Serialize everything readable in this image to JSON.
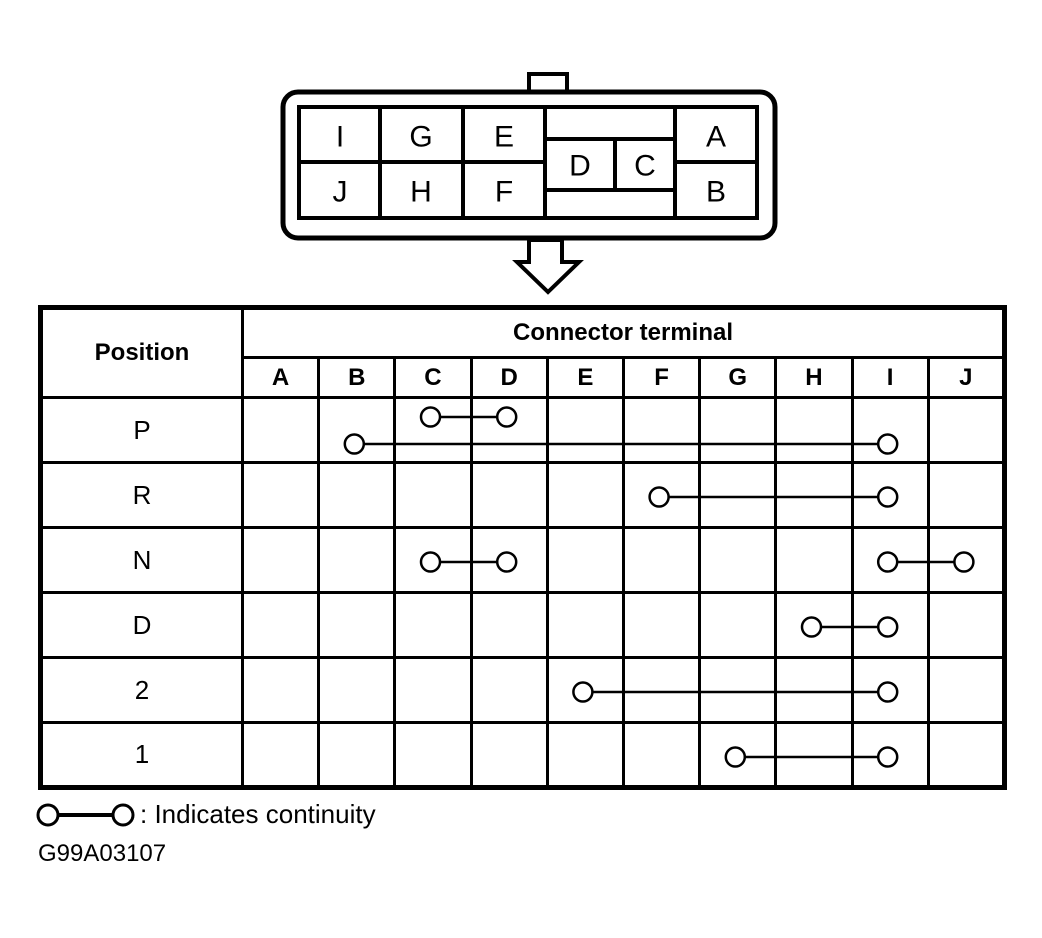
{
  "page": {
    "background": "#ffffff",
    "ink": "#000000"
  },
  "connector": {
    "cells": [
      "I",
      "G",
      "E",
      "A",
      "J",
      "H",
      "F",
      "B",
      "D",
      "C"
    ]
  },
  "table": {
    "position_header": "Position",
    "terminal_header": "Connector terminal",
    "columns": [
      "A",
      "B",
      "C",
      "D",
      "E",
      "F",
      "G",
      "H",
      "I",
      "J"
    ],
    "rows": [
      {
        "label": "P",
        "continuity": [
          [
            "C",
            "D"
          ],
          [
            "B",
            "I"
          ]
        ]
      },
      {
        "label": "R",
        "continuity": [
          [
            "F",
            "I"
          ]
        ]
      },
      {
        "label": "N",
        "continuity": [
          [
            "C",
            "D"
          ],
          [
            "I",
            "J"
          ]
        ]
      },
      {
        "label": "D",
        "continuity": [
          [
            "H",
            "I"
          ]
        ]
      },
      {
        "label": "2",
        "continuity": [
          [
            "E",
            "I"
          ]
        ]
      },
      {
        "label": "1",
        "continuity": [
          [
            "G",
            "I"
          ]
        ]
      }
    ]
  },
  "legend": {
    "symbol": "circle-line-circle",
    "text": ": Indicates continuity"
  },
  "figure_id": "G99A03107"
}
